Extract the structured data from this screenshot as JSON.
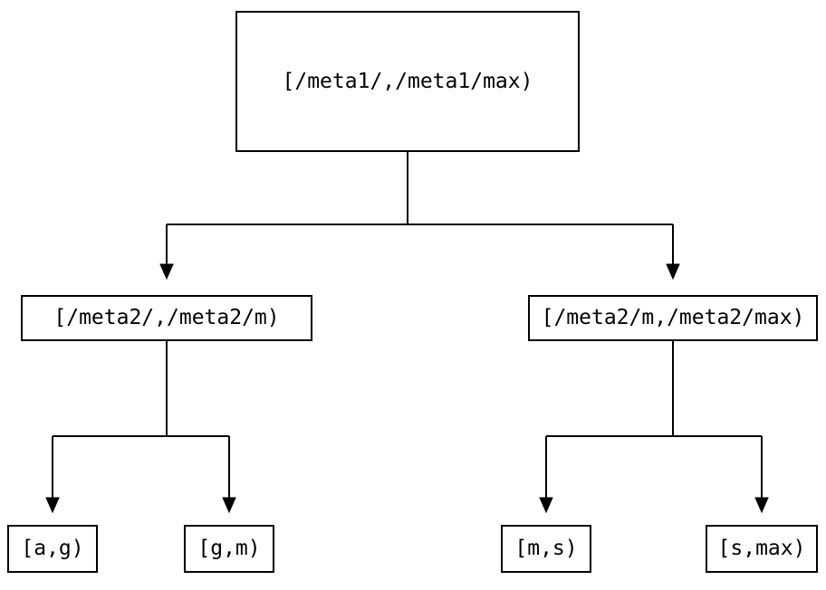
{
  "diagram": {
    "type": "tree",
    "colors": {
      "stroke": "#000000",
      "text": "#000000",
      "background": "#ffffff"
    },
    "nodes": {
      "root": {
        "label": "[/meta1/,/meta1/max)"
      },
      "meta2_left": {
        "label": "[/meta2/,/meta2/m)"
      },
      "meta2_right": {
        "label": "[/meta2/m,/meta2/max)"
      },
      "leaf_ag": {
        "label": "[a,g)"
      },
      "leaf_gm": {
        "label": "[g,m)"
      },
      "leaf_ms": {
        "label": "[m,s)"
      },
      "leaf_smax": {
        "label": "[s,max)"
      }
    },
    "edges": [
      {
        "from": "root",
        "to": "meta2_left"
      },
      {
        "from": "root",
        "to": "meta2_right"
      },
      {
        "from": "meta2_left",
        "to": "leaf_ag"
      },
      {
        "from": "meta2_left",
        "to": "leaf_gm"
      },
      {
        "from": "meta2_right",
        "to": "leaf_ms"
      },
      {
        "from": "meta2_right",
        "to": "leaf_smax"
      }
    ]
  }
}
